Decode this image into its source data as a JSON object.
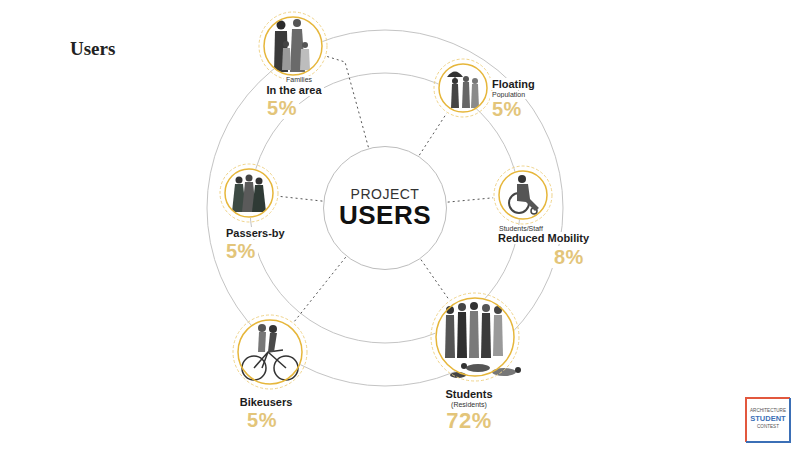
{
  "diagram": {
    "title": "Users",
    "nodes": [
      {
        "text": [
          "PROJECT",
          "USERS"
        ]
      },
      {
        "text": [
          "Families",
          "In the area",
          "5%"
        ]
      },
      {
        "text": [
          "Floating",
          "Population",
          "5%"
        ]
      },
      {
        "text": [
          "Students/Staff",
          "Reduced Mobility",
          "8%"
        ]
      },
      {
        "text": [
          "Passers-by",
          "5%"
        ]
      },
      {
        "text": [
          "Bikeusers",
          "5%"
        ]
      },
      {
        "text": [
          "Students",
          "(Residents)",
          "72%"
        ]
      }
    ],
    "edges": [
      {
        "from": 0,
        "to": 1,
        "arrow": "none"
      },
      {
        "from": 0,
        "to": 2,
        "arrow": "none"
      },
      {
        "from": 0,
        "to": 3,
        "arrow": "none"
      },
      {
        "from": 0,
        "to": 4,
        "arrow": "none"
      },
      {
        "from": 0,
        "to": 5,
        "arrow": "none"
      },
      {
        "from": 0,
        "to": 6,
        "arrow": "none"
      }
    ],
    "labels": [
      "ARCHITECTURE",
      "STUDENT",
      "CONTEST"
    ]
  }
}
